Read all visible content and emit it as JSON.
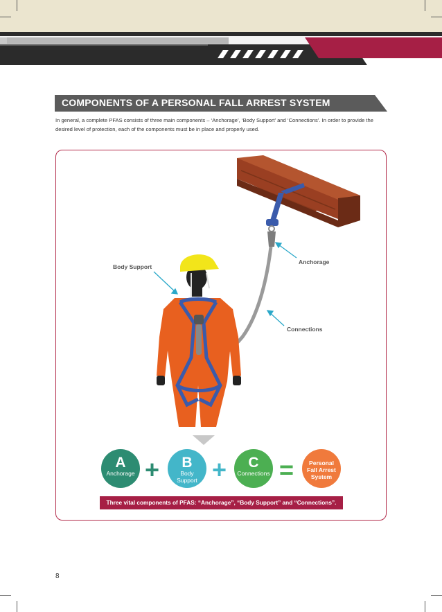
{
  "section": {
    "title": "COMPONENTS OF A PERSONAL FALL ARREST SYSTEM",
    "intro": "In general, a complete PFAS consists of three main components – ‘Anchorage’, ‘Body Support’ and ‘Connections’. In order to provide the desired level of protection, each of the components must be in place and properly used."
  },
  "figure": {
    "callouts": {
      "body_support": "Body Support",
      "anchorage": "Anchorage",
      "connections": "Connections"
    }
  },
  "equation": {
    "a": {
      "letter": "A",
      "label": "Anchorage",
      "color": "#2d8c72"
    },
    "plus1": "+",
    "b": {
      "letter": "B",
      "label_line1": "Body",
      "label_line2": "Support",
      "color": "#43b6c9"
    },
    "plus2": "+",
    "c": {
      "letter": "C",
      "label": "Connections",
      "color": "#4caf52"
    },
    "equals": "=",
    "result": {
      "line1": "Personal",
      "line2": "Fall Arrest",
      "line3": "System",
      "color": "#f07a3c"
    }
  },
  "caption": "Three vital components of PFAS: “Anchorage”, “Body Support” and “Connections”.",
  "page_number": "8",
  "colors": {
    "accent_red": "#a61f45",
    "suit_orange": "#e8601f",
    "harness_blue": "#3b5bab",
    "helmet_yellow": "#f2e51a",
    "beam_brown": "#8b3a1e"
  }
}
